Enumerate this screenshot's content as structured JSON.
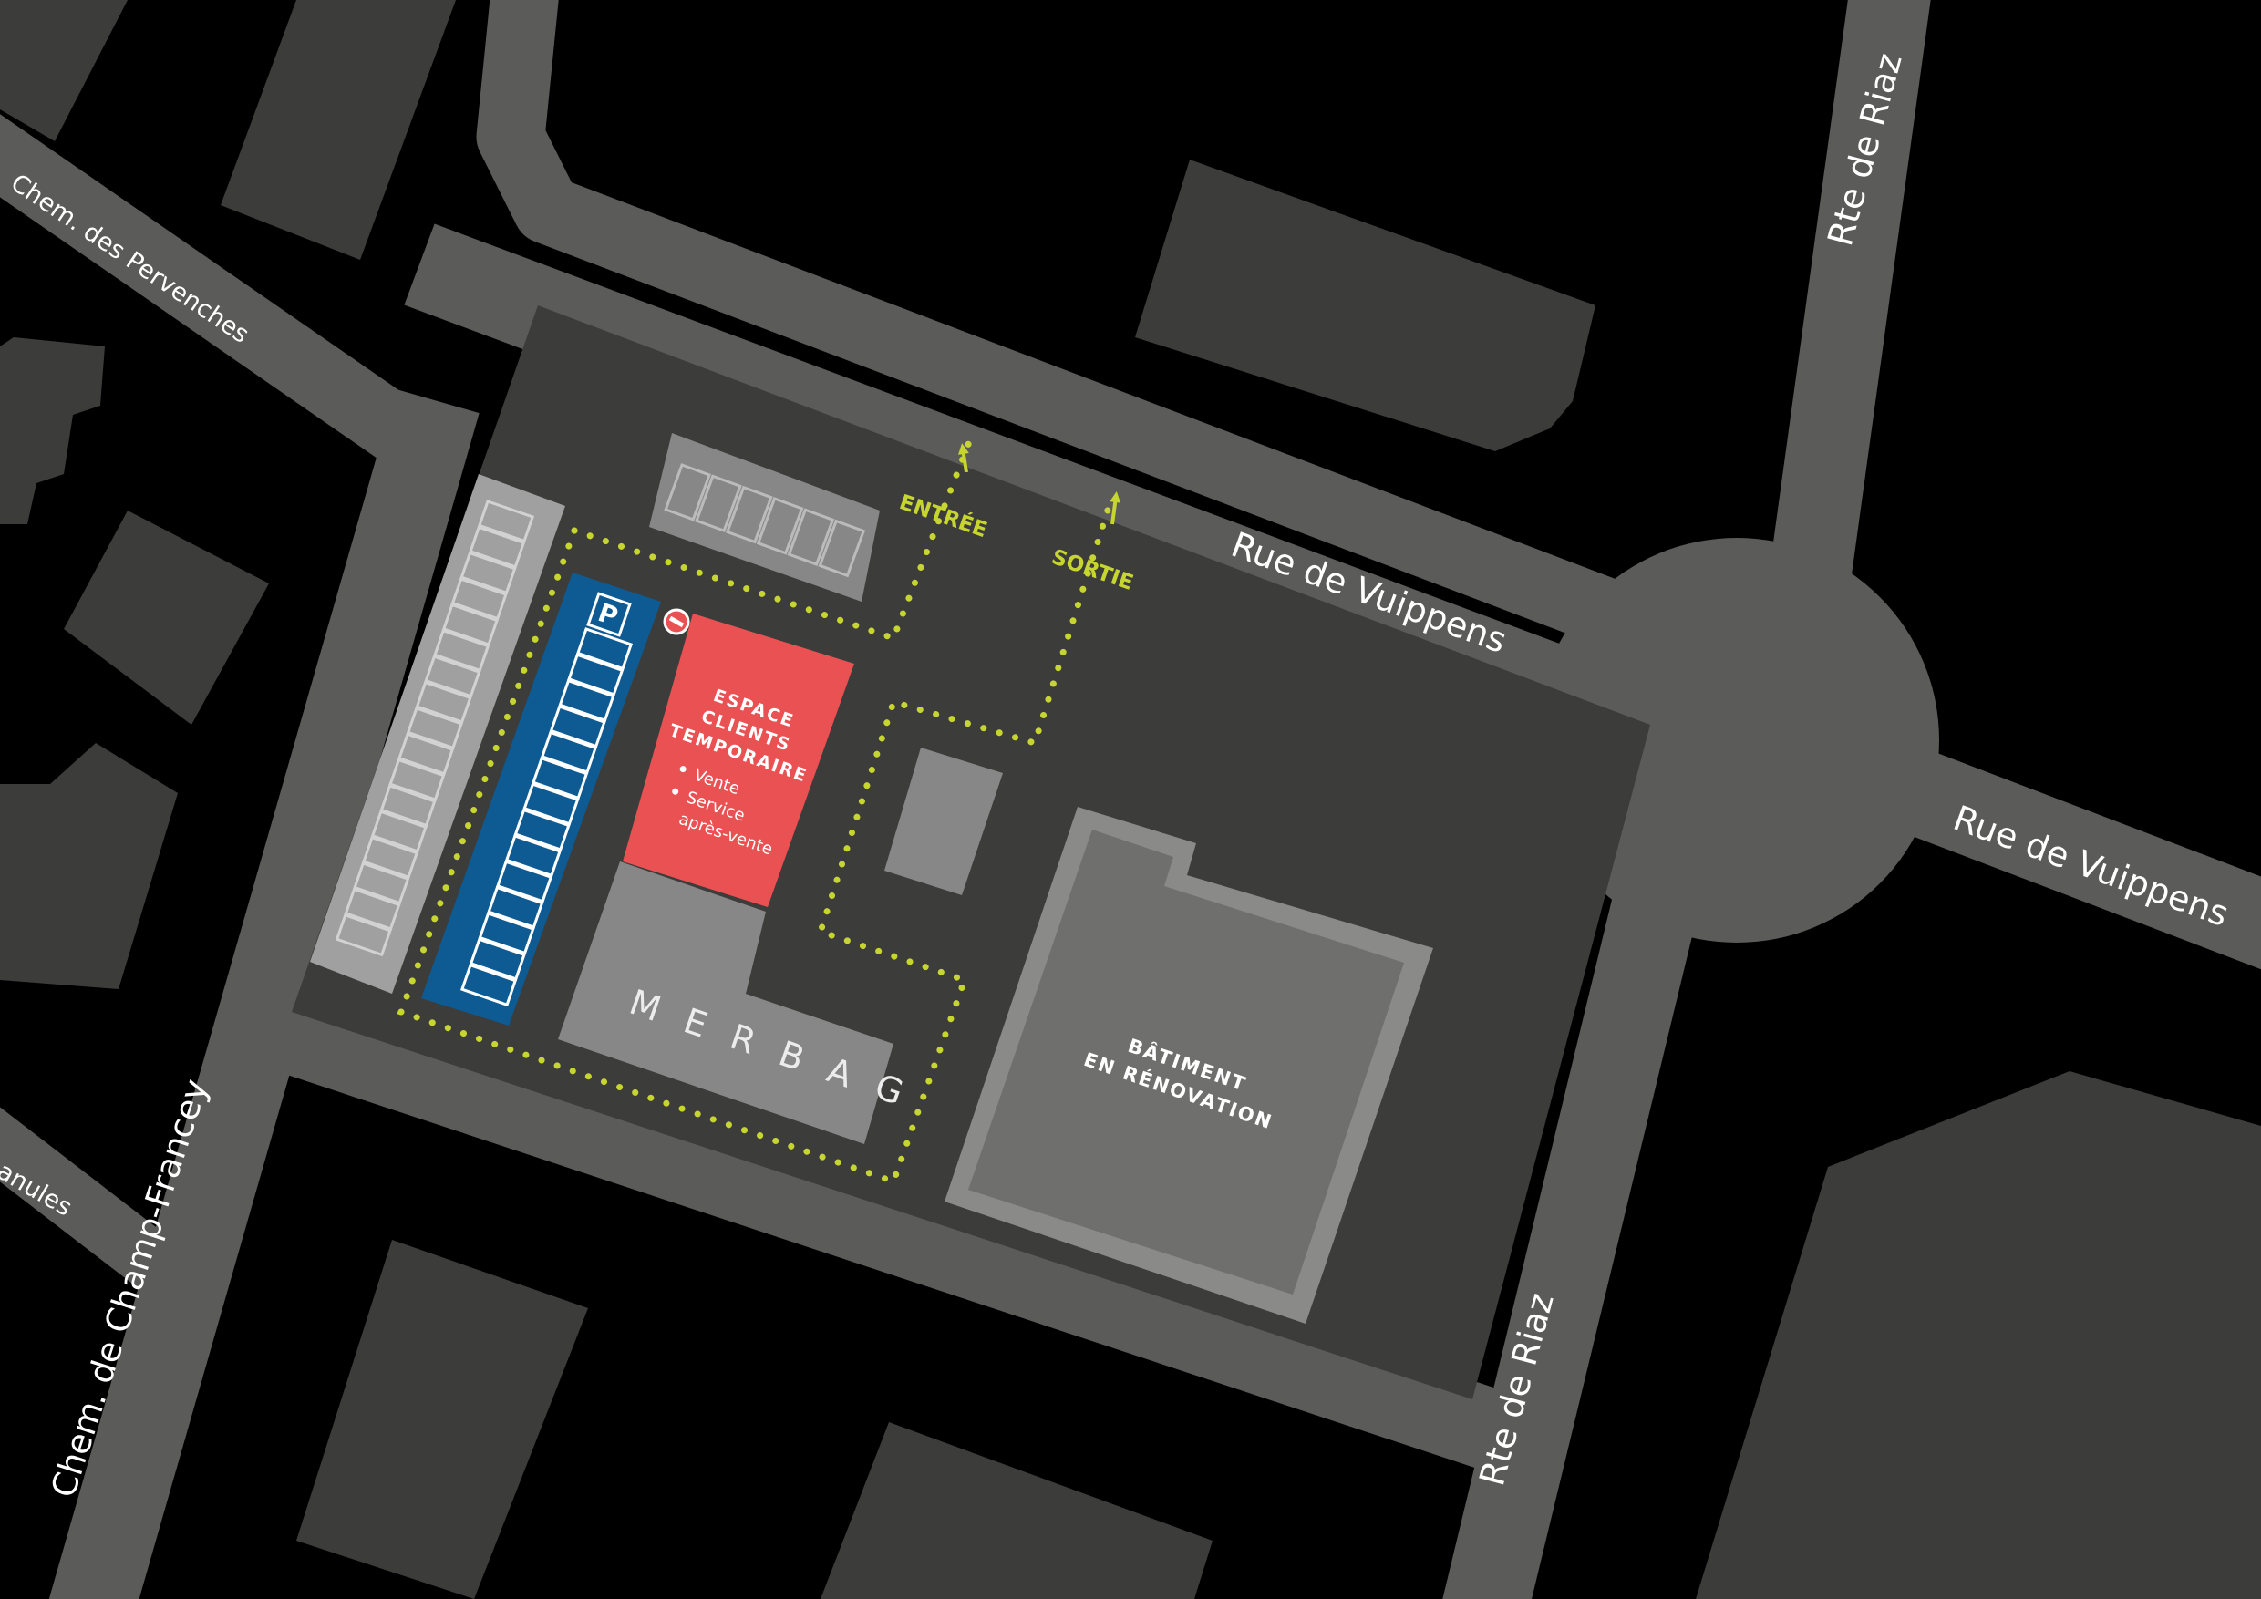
{
  "colors": {
    "background": "#000000",
    "road": "#5b5b5a",
    "building": "#3c3c3b",
    "site": "#3c3c3b",
    "parking_strip": "#a0a0a0",
    "parking_blue": "#0e5b93",
    "temp_space_red": "#ea5153",
    "merbag_building": "#878787",
    "renovation_building": "#6f6f6e",
    "renovation_border": "#8a8a89",
    "route": "#c7d530",
    "text": "#ffffff"
  },
  "streets": {
    "pervenches": "Chem. des Pervenches",
    "champ_francey": "Chem. de Champ-Francey",
    "campanules_fragment": "anules",
    "vuippens_north": "Rue de Vuippens",
    "vuippens_east": "Rue de Vuippens",
    "riaz_north": "Rte de Riaz",
    "riaz_south": "Rte de Riaz"
  },
  "route": {
    "entry_label": "ENTRÉE",
    "exit_label": "SORTIE"
  },
  "parking": {
    "sign": "P",
    "no_entry_icon": "no-entry-icon"
  },
  "temp_space": {
    "title_lines": [
      "ESPACE",
      "CLIENTS",
      "TEMPORAIRE"
    ],
    "services": [
      "Vente",
      "Service",
      "après-vente"
    ]
  },
  "merbag": {
    "label": "MERBAG"
  },
  "renovation": {
    "lines": [
      "BÂTIMENT",
      "EN RÉNOVATION"
    ]
  }
}
